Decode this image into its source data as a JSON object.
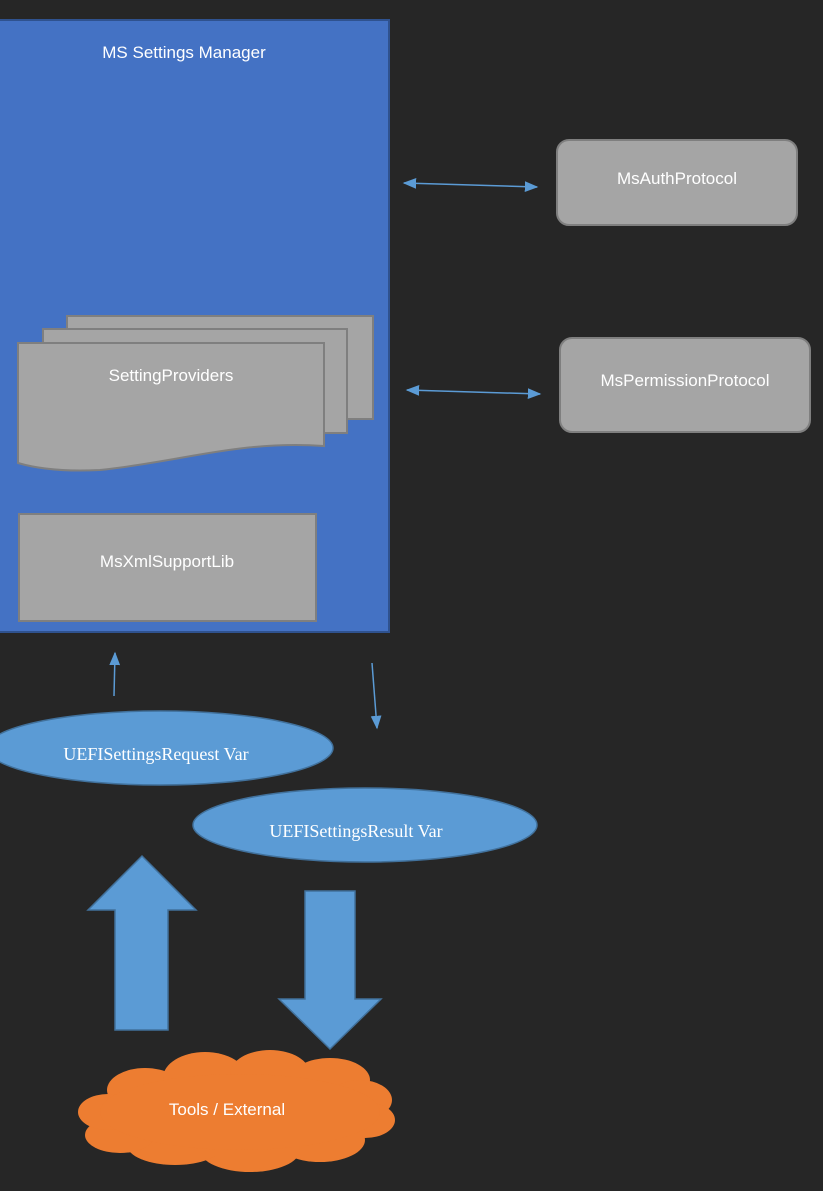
{
  "diagram": {
    "manager_title": "MS Settings Manager",
    "setting_providers": "SettingProviders",
    "xml_support_lib": "MsXmlSupportLib",
    "auth_protocol": "MsAuthProtocol",
    "permission_protocol": "MsPermissionProtocol",
    "request_var": "UEFISettingsRequest Var",
    "result_var": "UEFISettingsResult Var",
    "tools": "Tools / External"
  },
  "colors": {
    "background": "#262626",
    "manager_fill": "#4472c4",
    "component_fill": "#a5a5a5",
    "variable_fill": "#5b9bd5",
    "cloud_fill": "#ed7d31"
  }
}
